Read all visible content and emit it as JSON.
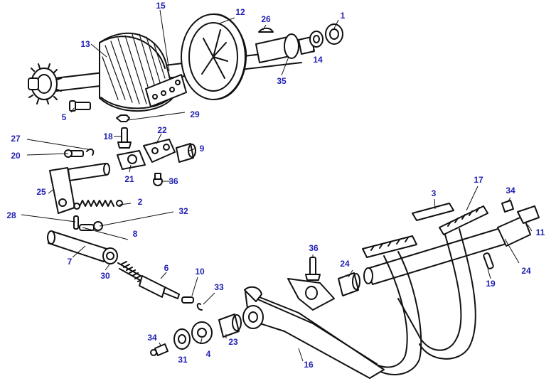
{
  "label_color": "#1f1fb4",
  "callouts": [
    {
      "id": "c1",
      "text": "1"
    },
    {
      "id": "c2",
      "text": "2"
    },
    {
      "id": "c3",
      "text": "3"
    },
    {
      "id": "c4",
      "text": "4"
    },
    {
      "id": "c5",
      "text": "5"
    },
    {
      "id": "c6",
      "text": "6"
    },
    {
      "id": "c7",
      "text": "7"
    },
    {
      "id": "c8",
      "text": "8"
    },
    {
      "id": "c9",
      "text": "9"
    },
    {
      "id": "c10",
      "text": "10"
    },
    {
      "id": "c11",
      "text": "11"
    },
    {
      "id": "c12",
      "text": "12"
    },
    {
      "id": "c13",
      "text": "13"
    },
    {
      "id": "c14",
      "text": "14"
    },
    {
      "id": "c15",
      "text": "15"
    },
    {
      "id": "c16",
      "text": "16"
    },
    {
      "id": "c17",
      "text": "17"
    },
    {
      "id": "c18",
      "text": "18"
    },
    {
      "id": "c19",
      "text": "19"
    },
    {
      "id": "c20",
      "text": "20"
    },
    {
      "id": "c21",
      "text": "21"
    },
    {
      "id": "c22",
      "text": "22"
    },
    {
      "id": "c23",
      "text": "23"
    },
    {
      "id": "c24a",
      "text": "24"
    },
    {
      "id": "c24b",
      "text": "24"
    },
    {
      "id": "c25",
      "text": "25"
    },
    {
      "id": "c26",
      "text": "26"
    },
    {
      "id": "c27",
      "text": "27"
    },
    {
      "id": "c28",
      "text": "28"
    },
    {
      "id": "c29",
      "text": "29"
    },
    {
      "id": "c30",
      "text": "30"
    },
    {
      "id": "c31",
      "text": "31"
    },
    {
      "id": "c32",
      "text": "32"
    },
    {
      "id": "c33",
      "text": "33"
    },
    {
      "id": "c34a",
      "text": "34"
    },
    {
      "id": "c34b",
      "text": "34"
    },
    {
      "id": "c35",
      "text": "35"
    },
    {
      "id": "c36a",
      "text": "36"
    },
    {
      "id": "c36b",
      "text": "36"
    }
  ]
}
